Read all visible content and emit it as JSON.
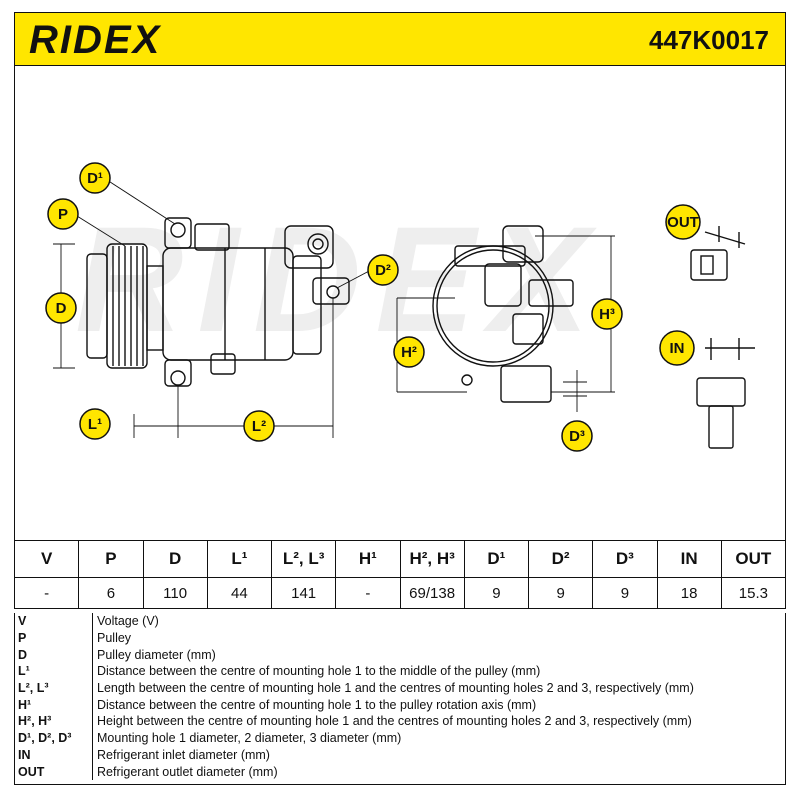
{
  "header": {
    "brand": "RIDEX",
    "part_number": "447K0017",
    "background_color": "#ffe600"
  },
  "drawing": {
    "watermark": "RIDEX",
    "callout_color": "#ffe600",
    "callouts": {
      "d1": "D¹",
      "p": "P",
      "d": "D",
      "d2": "D²",
      "l1": "L¹",
      "l2": "L²",
      "h2": "H²",
      "h3": "H³",
      "d3": "D³",
      "out": "OUT",
      "in": "IN"
    }
  },
  "specs": {
    "headers": [
      "V",
      "P",
      "D",
      "L¹",
      "L², L³",
      "H¹",
      "H², H³",
      "D¹",
      "D²",
      "D³",
      "IN",
      "OUT"
    ],
    "values": [
      "-",
      "6",
      "110",
      "44",
      "141",
      "-",
      "69/138",
      "9",
      "9",
      "9",
      "18",
      "15.3"
    ]
  },
  "legend": [
    {
      "key": "V",
      "desc": "Voltage (V)"
    },
    {
      "key": "P",
      "desc": "Pulley"
    },
    {
      "key": "D",
      "desc": "Pulley diameter (mm)"
    },
    {
      "key": "L¹",
      "desc": "Distance between the centre of mounting hole 1 to the middle of the pulley (mm)"
    },
    {
      "key": "L², L³",
      "desc": "Length between the centre of mounting hole 1 and the centres of mounting holes 2 and 3, respectively (mm)"
    },
    {
      "key": "H¹",
      "desc": "Distance between the centre of mounting hole 1 to the pulley rotation axis (mm)"
    },
    {
      "key": "H², H³",
      "desc": "Height between the centre of mounting hole 1 and the centres of mounting holes 2 and 3, respectively (mm)"
    },
    {
      "key": "D¹, D², D³",
      "desc": "Mounting hole 1 diameter, 2 diameter, 3 diameter (mm)"
    },
    {
      "key": "IN",
      "desc": "Refrigerant inlet diameter (mm)"
    },
    {
      "key": "OUT",
      "desc": "Refrigerant outlet diameter (mm)"
    }
  ]
}
